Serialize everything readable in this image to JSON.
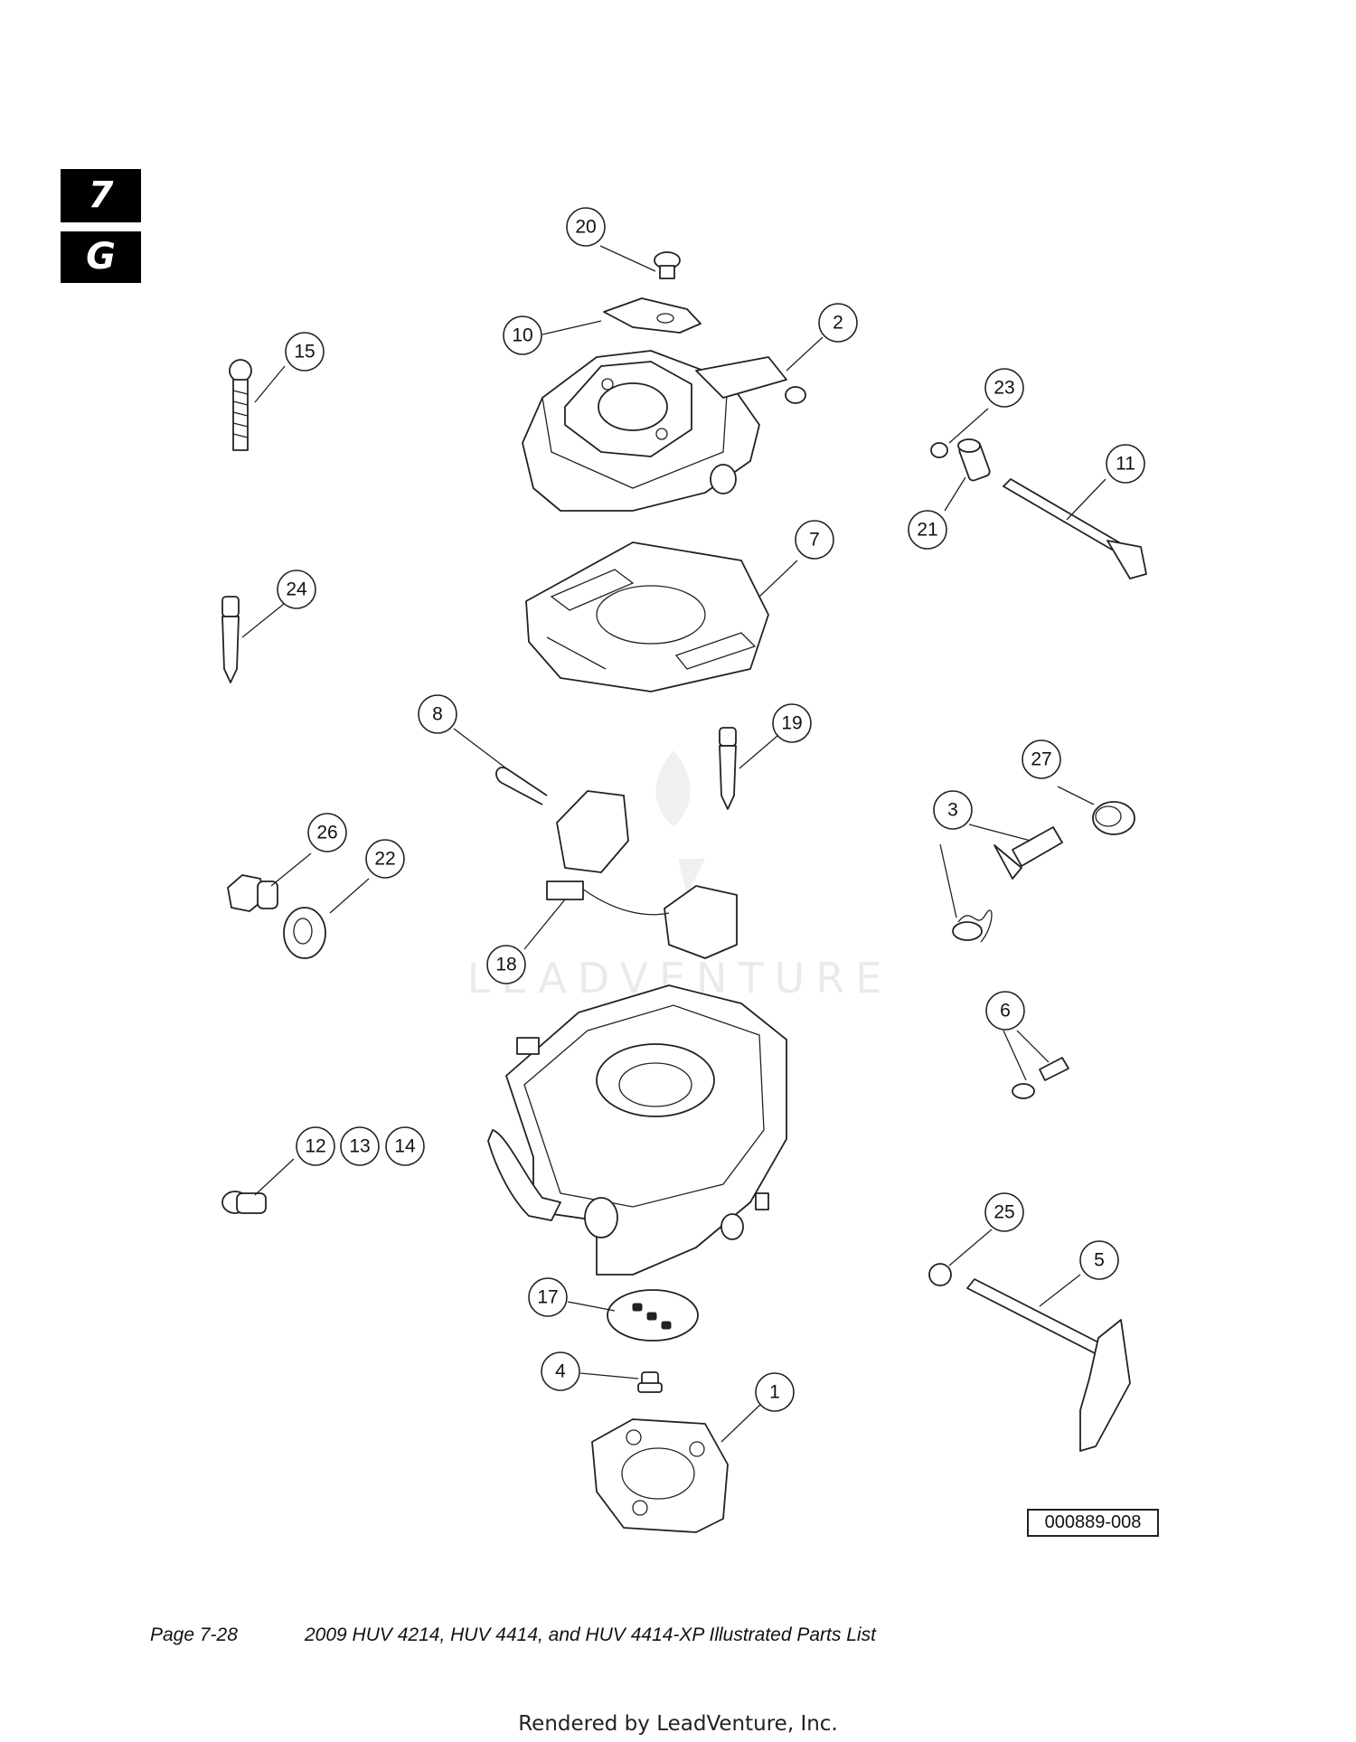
{
  "section_tabs": [
    "7",
    "G"
  ],
  "callouts": [
    "20",
    "10",
    "2",
    "15",
    "23",
    "11",
    "21",
    "24",
    "7",
    "8",
    "19",
    "27",
    "3",
    "26",
    "22",
    "18",
    "6",
    "12",
    "13",
    "14",
    "25",
    "5",
    "17",
    "4",
    "1"
  ],
  "watermark": "LEADVENTURE",
  "figure_id": "000889-008",
  "footer": {
    "page": "Page 7-28",
    "title": "2009 HUV 4214, HUV 4414, and HUV 4414-XP Illustrated Parts List"
  },
  "rendered_by": "Rendered by LeadVenture, Inc."
}
